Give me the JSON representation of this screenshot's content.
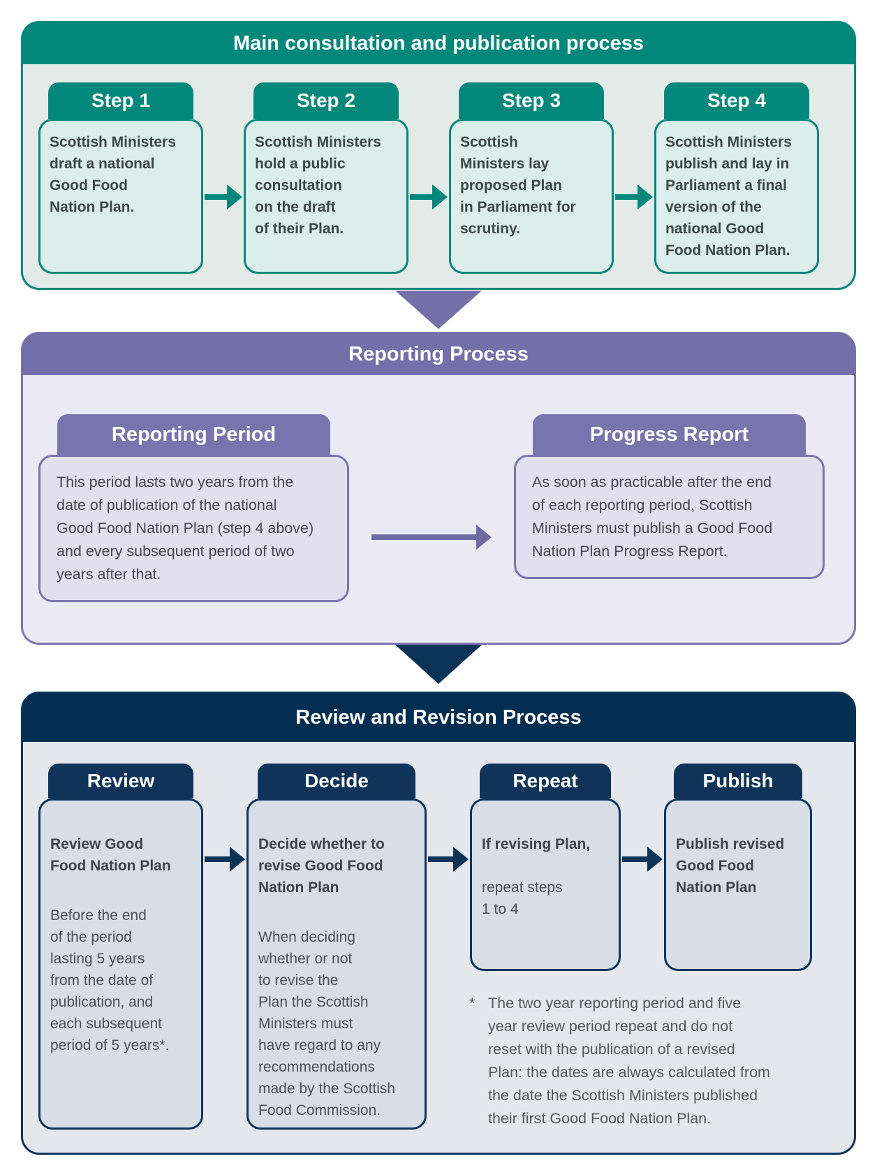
{
  "colors": {
    "teal": "#02887A",
    "teal_box_fill": "#DBEEEC",
    "teal_section_bg": "#E3EBE9",
    "purple": "#746FA8",
    "purple_border": "#7A74AE",
    "purple_box_fill": "#E2DFEE",
    "purple_section_bg": "#EBE9F4",
    "navy_header": "#022E51",
    "navy": "#103459",
    "navy_box_fill": "#D8DEE6",
    "navy_section_bg": "#E4E8EC",
    "header_text": "#FFFFFF",
    "body_text": "#45454E"
  },
  "sections": {
    "main": {
      "title": "Main consultation and publication process",
      "steps": [
        {
          "tab": "Step 1",
          "text": "Scottish Ministers\ndraft a national\nGood Food\nNation Plan."
        },
        {
          "tab": "Step 2",
          "text": "Scottish Ministers\nhold a public\nconsultation\non the draft\nof their Plan."
        },
        {
          "tab": "Step 3",
          "text": "Scottish\nMinisters lay\nproposed Plan\nin Parliament for\nscrutiny."
        },
        {
          "tab": "Step 4",
          "text": "Scottish Ministers\npublish and lay in\nParliament a final\nversion of the\nnational Good\nFood Nation Plan."
        }
      ]
    },
    "reporting": {
      "title": "Reporting Process",
      "boxes": [
        {
          "tab": "Reporting Period",
          "text": "This period lasts two years from the\ndate of publication of the national\nGood Food Nation Plan (step 4 above)\nand every subsequent period of two\nyears after that."
        },
        {
          "tab": "Progress Report",
          "text": "As soon as practicable after the end\nof each reporting period, Scottish\nMinisters must publish a Good Food\nNation Plan Progress Report."
        }
      ]
    },
    "review": {
      "title": "Review and Revision Process",
      "boxes": [
        {
          "tab": "Review",
          "lead": "Review Good\nFood Nation Plan",
          "text": "Before the end\nof the period\nlasting 5 years\nfrom the date of\npublication, and\neach subsequent\nperiod of 5 years*."
        },
        {
          "tab": "Decide",
          "lead": "Decide whether to\nrevise Good Food\nNation Plan",
          "text": "When deciding\nwhether or not\nto revise the\nPlan the Scottish\nMinisters must\nhave regard to any\nrecommendations\nmade by the Scottish\nFood Commission."
        },
        {
          "tab": "Repeat",
          "lead": "If revising Plan,",
          "text": "repeat steps\n1 to 4"
        },
        {
          "tab": "Publish",
          "lead": "Publish revised\nGood Food\nNation Plan",
          "text": ""
        }
      ],
      "footnote_marker": "*",
      "footnote": "The two year reporting period and five\nyear review period repeat and do not\nreset with the publication of a revised\nPlan: the dates are always calculated from\nthe date the Scottish Ministers published\ntheir first Good Food Nation Plan."
    }
  }
}
